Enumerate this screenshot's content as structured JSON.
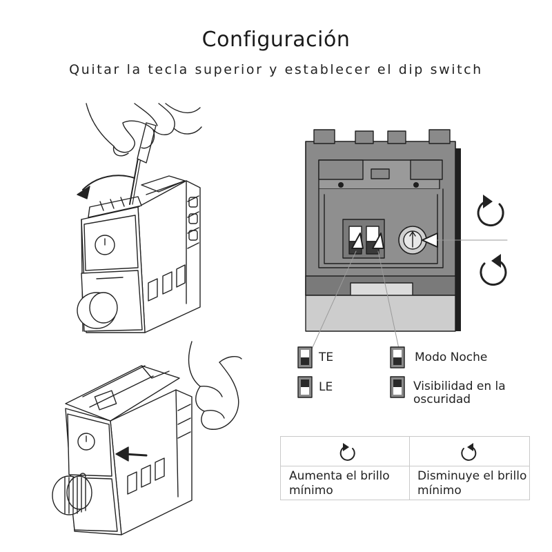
{
  "header": {
    "title": "Configuración",
    "subtitle": "Quitar la tecla superior y establecer el dip switch"
  },
  "dip_switch": {
    "te_label": "TE",
    "le_label": "LE",
    "night_label": "Modo Noche",
    "dark_label": "Visibilidad en la oscuridad"
  },
  "table": {
    "left": {
      "icon": "rotate-clockwise-icon",
      "text": "Aumenta el brillo mínimo"
    },
    "right": {
      "icon": "rotate-counterclockwise-icon",
      "text": "Disminuye el brillo mínimo"
    }
  },
  "colors": {
    "module_gray": "#8a8a8a",
    "module_dark": "#3a3a3a",
    "line": "#222222"
  }
}
